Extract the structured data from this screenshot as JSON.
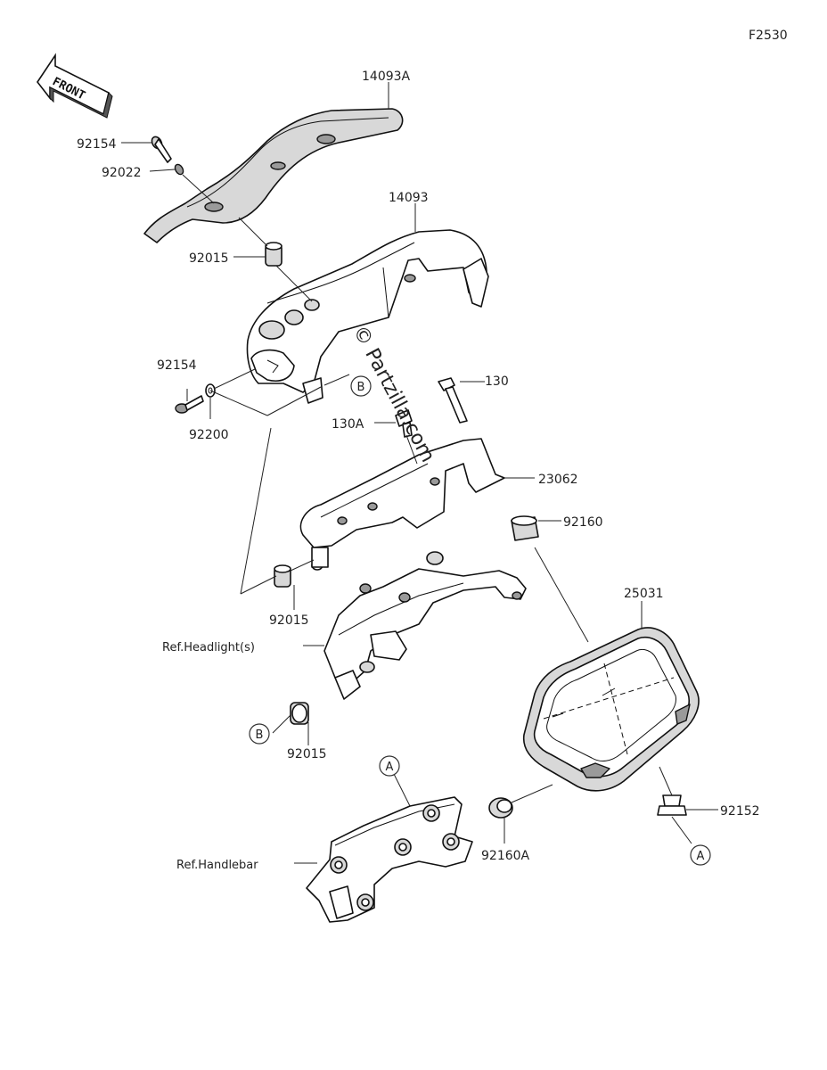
{
  "figure_code": "F2530",
  "front_label": "FRONT",
  "watermark": "© Partzilla.com",
  "callouts": {
    "p14093A": "14093A",
    "p92154_top": "92154",
    "p92022": "92022",
    "p14093": "14093",
    "p92015_top": "92015",
    "p92154_mid": "92154",
    "p92200": "92200",
    "p130": "130",
    "p130A": "130A",
    "p23062": "23062",
    "p92160": "92160",
    "p92015_mid": "92015",
    "ref_headlight": "Ref.Headlight(s)",
    "p25031": "25031",
    "p92015_low": "92015",
    "p92152": "92152",
    "ref_handlebar": "Ref.Handlebar",
    "p92160A": "92160A"
  },
  "markers": {
    "b_upper": "B",
    "b_lower": "B",
    "a_upper": "A",
    "a_lower": "A"
  }
}
